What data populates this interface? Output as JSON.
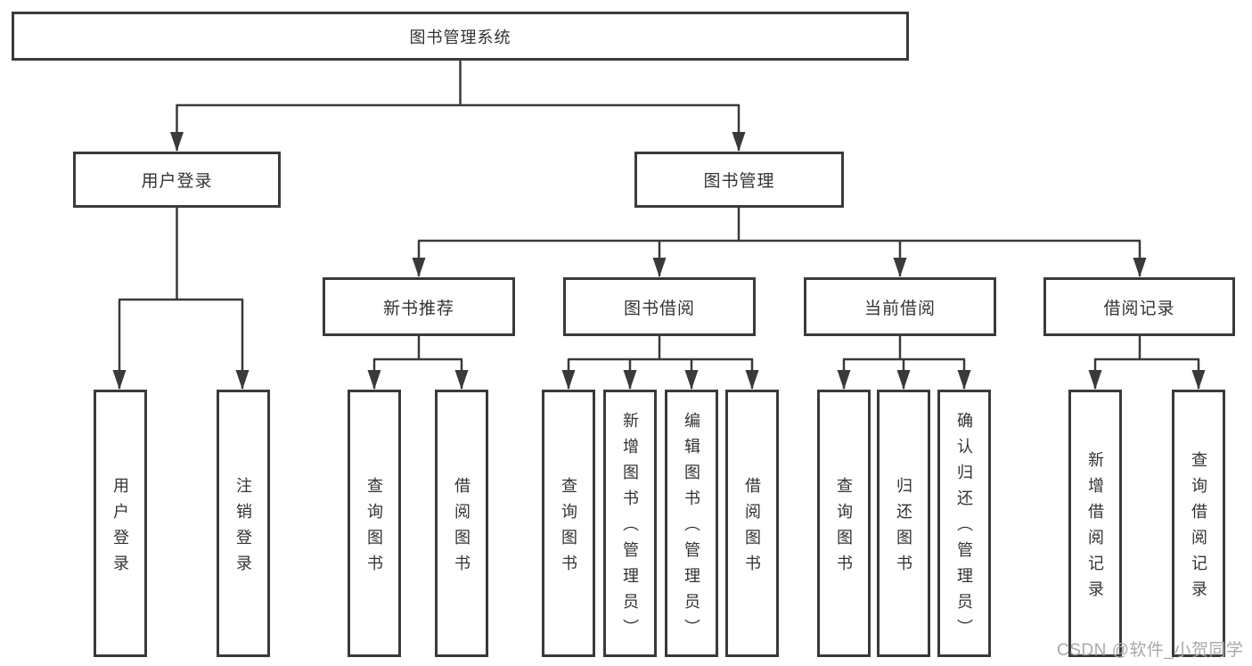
{
  "watermark": "CSDN @软件_小贺同学",
  "colors": {
    "line": "#3a3a3a",
    "text": "#333333",
    "watermark": "#a9a9a9",
    "background": "#ffffff"
  },
  "tree": {
    "label": "图书管理系统",
    "children": [
      {
        "label": "用户登录",
        "children": [
          {
            "label": "用户登录"
          },
          {
            "label": "注销登录"
          }
        ]
      },
      {
        "label": "图书管理",
        "children": [
          {
            "label": "新书推荐",
            "children": [
              {
                "label": "查询图书"
              },
              {
                "label": "借阅图书"
              }
            ]
          },
          {
            "label": "图书借阅",
            "children": [
              {
                "label": "查询图书"
              },
              {
                "label": "新增图书（管理员）"
              },
              {
                "label": "编辑图书（管理员）"
              },
              {
                "label": "借阅图书"
              }
            ]
          },
          {
            "label": "当前借阅",
            "children": [
              {
                "label": "查询图书"
              },
              {
                "label": "归还图书"
              },
              {
                "label": "确认归还（管理员）"
              }
            ]
          },
          {
            "label": "借阅记录",
            "children": [
              {
                "label": "新增借阅记录"
              },
              {
                "label": "查询借阅记录"
              }
            ]
          }
        ]
      }
    ]
  }
}
